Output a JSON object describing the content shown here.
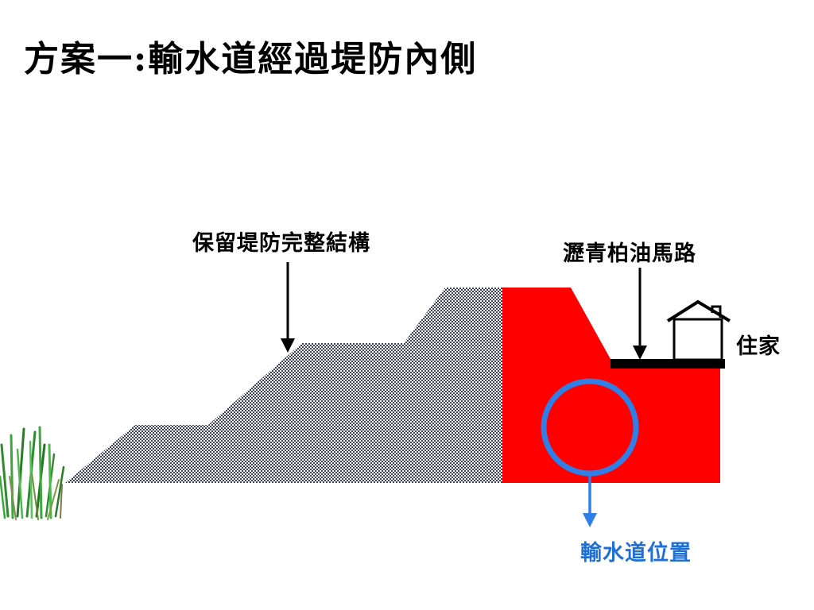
{
  "title": "方案一:輸水道經過堤防內側",
  "labels": {
    "embankment": "保留堤防完整結構",
    "road": "瀝青柏油馬路",
    "house": "住家",
    "pipe": "輸水道位置"
  },
  "colors": {
    "embankment_pattern_dark": "#3a4060",
    "embankment_pattern_light": "#ffffff",
    "fill_section": "#ff0000",
    "pipe": "#2f7fe6",
    "road": "#000000",
    "pipe_label": "#1f6fd8"
  },
  "icons": [
    "grass-icon",
    "house-icon",
    "arrow-down-icon"
  ]
}
